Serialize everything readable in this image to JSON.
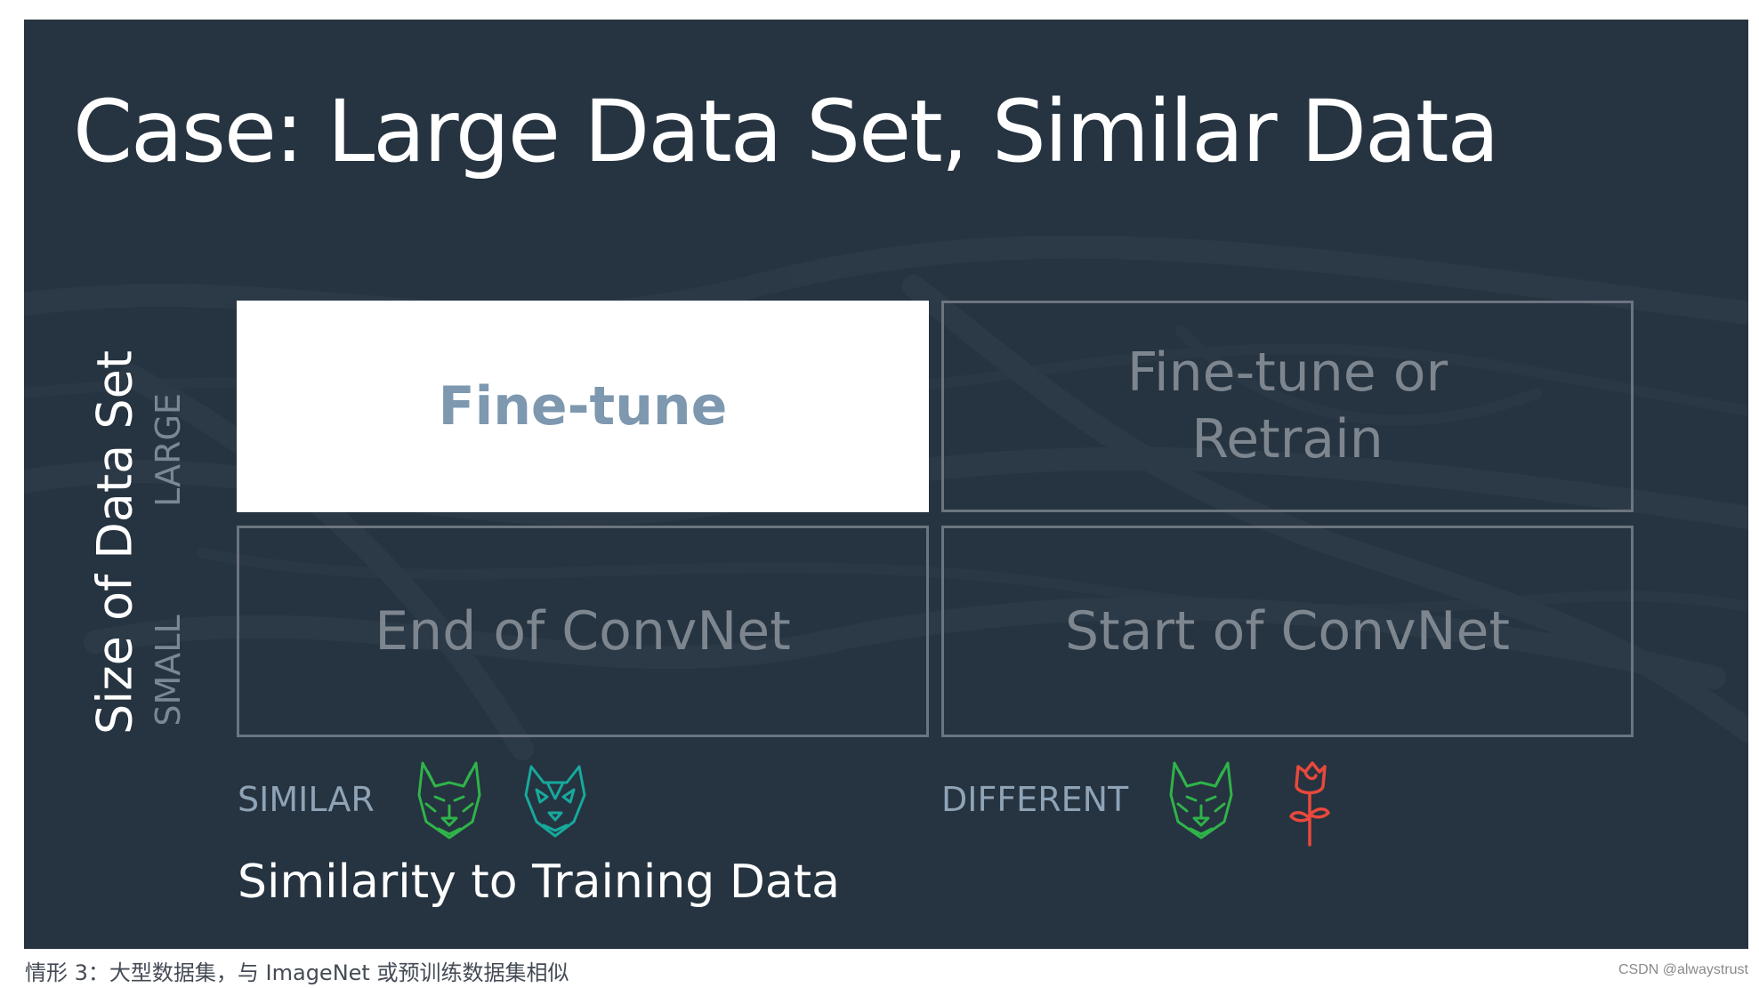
{
  "slide": {
    "title": "Case: Large Data Set, Similar Data",
    "y_axis": {
      "title": "Size of Data Set",
      "levels": [
        "LARGE",
        "SMALL"
      ]
    },
    "x_axis": {
      "title": "Similarity to Training Data",
      "levels": [
        "SIMILAR",
        "DIFFERENT"
      ]
    },
    "cells": [
      {
        "text": "Fine-tune",
        "highlighted": true
      },
      {
        "text": "Fine-tune or\nRetrain",
        "highlighted": false
      },
      {
        "text": "End of ConvNet",
        "highlighted": false
      },
      {
        "text": "Start of ConvNet",
        "highlighted": false
      }
    ],
    "icons": {
      "similar": [
        "dog-icon",
        "wolf-icon"
      ],
      "different": [
        "dog-icon",
        "rose-icon"
      ]
    },
    "colors": {
      "background": "#263340",
      "highlight_cell": "#ffffff",
      "highlight_text": "#7d98af",
      "dog": "#2fb34a",
      "wolf": "#17a99c",
      "rose": "#e8493c"
    }
  },
  "caption": "情形 3：大型数据集，与 ImageNet 或预训练数据集相似",
  "watermark": "CSDN @alwaystrust"
}
